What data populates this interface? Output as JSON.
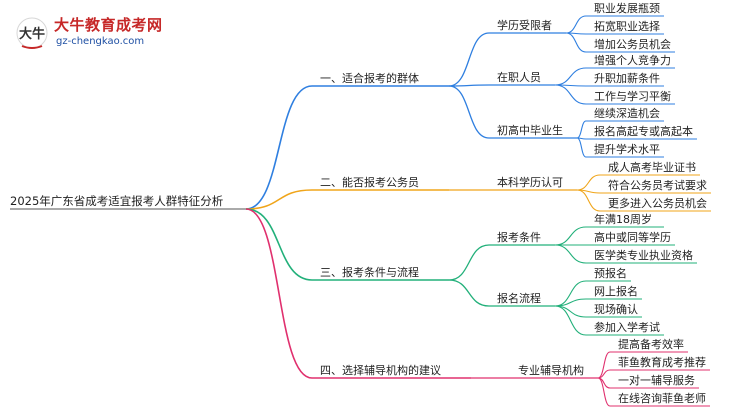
{
  "logo": {
    "name": "大牛教育成考网",
    "url": "gz-chengkao.com",
    "mark_text": "大牛"
  },
  "mindmap": {
    "root": "2025年广东省成考适宜报考人群特征分析",
    "branches": [
      {
        "label": "一、适合报考的群体",
        "color": "#2f7fe0",
        "children": [
          {
            "label": "学历受限者",
            "children": [
              "职业发展瓶颈",
              "拓宽职业选择",
              "增加公务员机会"
            ]
          },
          {
            "label": "在职人员",
            "children": [
              "增强个人竞争力",
              "升职加薪条件",
              "工作与学习平衡"
            ]
          },
          {
            "label": "初高中毕业生",
            "children": [
              "继续深造机会",
              "报名高起专或高起本",
              "提升学术水平"
            ]
          }
        ]
      },
      {
        "label": "二、能否报考公务员",
        "color": "#f0a51a",
        "children": [
          {
            "label": "本科学历认可",
            "children": [
              "成人高考毕业证书",
              "符合公务员考试要求",
              "更多进入公务员机会"
            ]
          }
        ]
      },
      {
        "label": "三、报考条件与流程",
        "color": "#22b07a",
        "children": [
          {
            "label": "报考条件",
            "children": [
              "年满18周岁",
              "高中或同等学历",
              "医学类专业执业资格"
            ]
          },
          {
            "label": "报名流程",
            "children": [
              "预报名",
              "网上报名",
              "现场确认",
              "参加入学考试"
            ]
          }
        ]
      },
      {
        "label": "四、选择辅导机构的建议",
        "color": "#e0306e",
        "children": [
          {
            "label": "专业辅导机构",
            "children": [
              "提高备考效率",
              "菲鱼教育成考推荐",
              "一对一辅导服务",
              "在线咨询菲鱼老师"
            ]
          }
        ]
      }
    ]
  }
}
